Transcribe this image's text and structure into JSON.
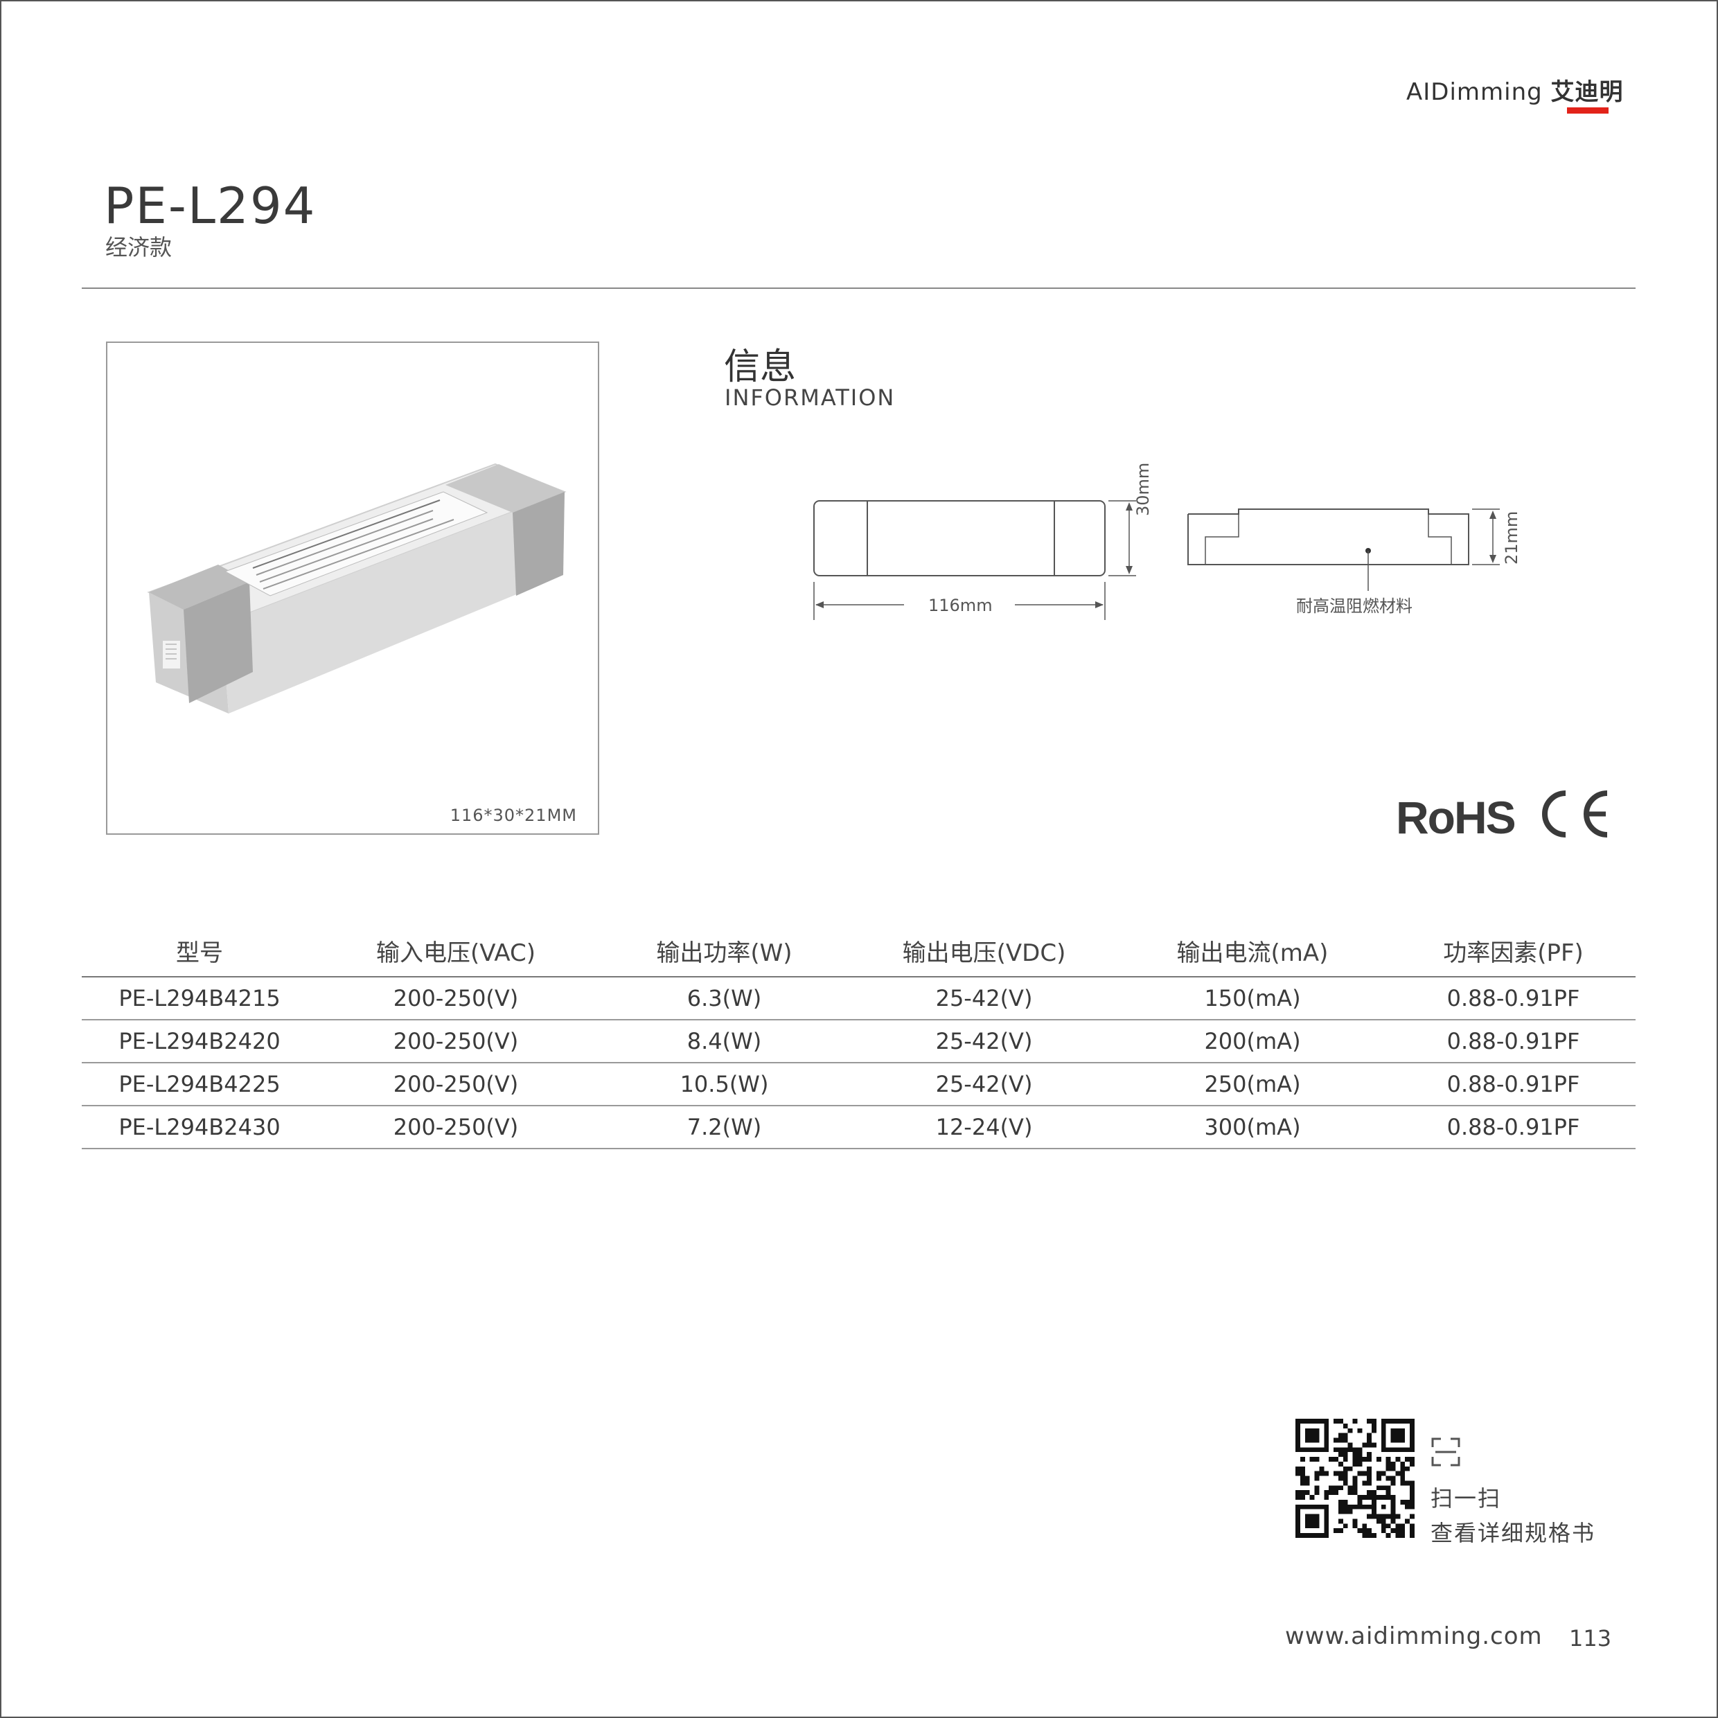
{
  "brand": {
    "name_en": "AIDimming",
    "name_cn": "艾迪明",
    "accent_color": "#e2231a"
  },
  "product": {
    "model": "PE-L294",
    "series": "经济款"
  },
  "photo": {
    "caption": "116*30*21MM"
  },
  "info": {
    "title_cn": "信息",
    "title_en": "INFORMATION",
    "top_view": {
      "width_label": "116mm",
      "height_label": "30mm"
    },
    "side_view": {
      "height_label": "21mm",
      "note": "耐高温阻燃材料"
    }
  },
  "certifications": [
    "RoHS",
    "CE"
  ],
  "table": {
    "headers": [
      "型号",
      "输入电压(VAC)",
      "输出功率(W)",
      "输出电压(VDC)",
      "输出电流(mA)",
      "功率因素(PF)"
    ],
    "rows": [
      [
        "PE-L294B4215",
        "200-250(V)",
        "6.3(W)",
        "25-42(V)",
        "150(mA)",
        "0.88-0.91PF"
      ],
      [
        "PE-L294B2420",
        "200-250(V)",
        "8.4(W)",
        "25-42(V)",
        "200(mA)",
        "0.88-0.91PF"
      ],
      [
        "PE-L294B4225",
        "200-250(V)",
        "10.5(W)",
        "25-42(V)",
        "250(mA)",
        "0.88-0.91PF"
      ],
      [
        "PE-L294B2430",
        "200-250(V)",
        "7.2(W)",
        "12-24(V)",
        "300(mA)",
        "0.88-0.91PF"
      ]
    ]
  },
  "qr": {
    "line1": "扫一扫",
    "line2": "查看详细规格书"
  },
  "footer": {
    "url": "www.aidimming.com",
    "page_number": "113"
  }
}
